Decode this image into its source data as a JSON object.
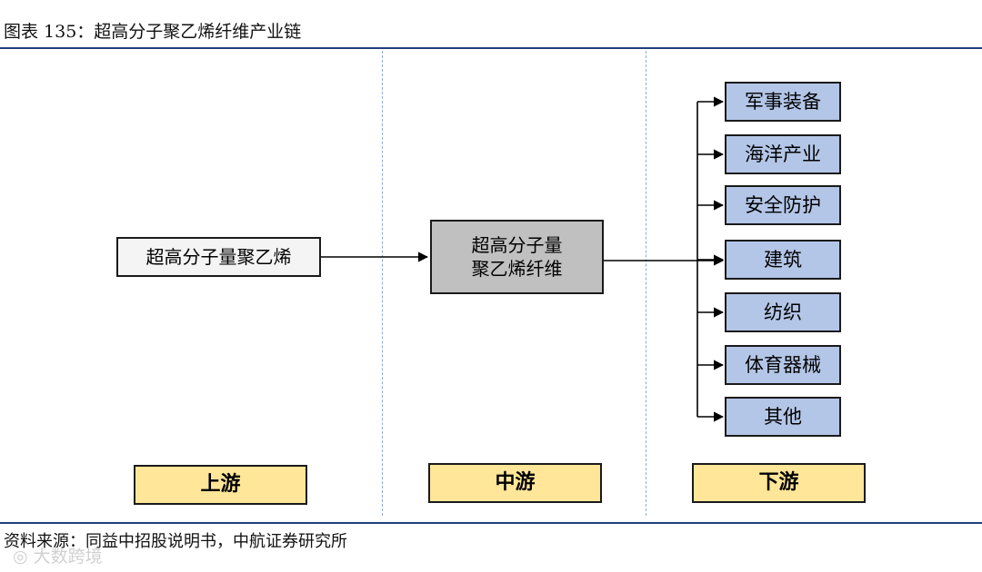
{
  "figure": {
    "title": "图表 135：超高分子聚乙烯纤维产业链"
  },
  "upstream": {
    "label": "超高分子量聚乙烯"
  },
  "midstream": {
    "line1": "超高分子量",
    "line2": "聚乙烯纤维"
  },
  "downstream": {
    "items": [
      "军事装备",
      "海洋产业",
      "安全防护",
      "建筑",
      "纺织",
      "体育器械",
      "其他"
    ]
  },
  "stages": {
    "up": "上游",
    "mid": "中游",
    "down": "下游"
  },
  "source": "资料来源：同益中招股说明书，中航证券研究所",
  "watermark": "◎ 大数跨境",
  "colors": {
    "rule": "#1f3f7a",
    "divider": "#8fa8d8",
    "upstream_fill": "#f4f4f4",
    "midstream_fill": "#c0c0c0",
    "downstream_fill": "#b4c6e7",
    "stage_fill": "#ffe699"
  }
}
